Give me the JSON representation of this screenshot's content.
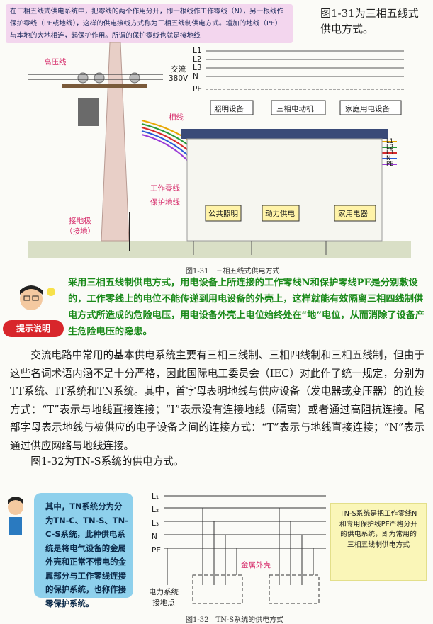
{
  "intro": {
    "text": "在三相五线式供电系统中，把零线的两个作用分开，即一根线作工作零线（N），另一根线作保护零线（PE或地线），这样的供电接线方式称为三相五线制供电方式。增加的地线（PE）与本地的大地相连，起保护作用。所谓的保护零线也就是接地线"
  },
  "side_title": "图1-31为三相五线式供电方式。",
  "fig131": {
    "caption": "图1-31　三相五线式供电方式",
    "label_hv": "高压线",
    "label_phase": "相线",
    "label_neutral": "工作零线",
    "label_pe": "保护地线",
    "label_ground": "接地极\n（接地）",
    "label_ac": "交流\n380V",
    "lines_top": [
      "L1",
      "L2",
      "L3",
      "N",
      "PE"
    ],
    "lines_mid": [
      "L1",
      "L2",
      "L3",
      "N",
      "PE"
    ],
    "box_light": "照明设备",
    "box_motor": "三相电动机",
    "box_home": "家庭用电设备",
    "box_public": "公共照明",
    "box_power": "动力供电",
    "box_appliance": "家用电器"
  },
  "tip": {
    "label": "提示说明",
    "text": "采用三相五线制供电方式，用电设备上所连接的工作零线N和保护零线PE是分别敷设的，工作零线上的电位不能传递到用电设备的外壳上，这样就能有效隔离三相四线制供电方式所造成的危险电压，用电设备外壳上电位始终处在“地”电位，从而消除了设备产生危险电压的隐患。"
  },
  "body": {
    "para1": "交流电路中常用的基本供电系统主要有三相三线制、三相四线制和三相五线制，但由于这些名词术语内涵不是十分严格，因此国际电工委员会（IEC）对此作了统一规定，分别为TT系统、IT系统和TN系统。其中，首字母表明地线与供应设备（发电器或变压器）的连接方式：“T”表示与地线直接连接；“I”表示没有连接地线（隔离）或者通过高阻抗连接。尾部字母表示地线与被供应的电子设备之间的连接方式：“T”表示与地线直接连接；“N”表示通过供应网络与地线连接。",
    "para2": "图1-32为TN-S系统的供电方式。"
  },
  "note_left": "其中，TN系统分为分为TN-C、TN-S、TN-C-S系统，此种供电系统是将电气设备的金属外壳和正常不带电的金属部分与工作零线连接的保护系统，也称作接零保护系统。",
  "note_right": "TN-S系统是把工作零线N和专用保护线PE严格分开的供电系统，即为常用的三相五线制供电方式",
  "fig132": {
    "caption": "图1-32　TN-S系统的供电方式",
    "lines": [
      "L₁",
      "L₂",
      "L₃",
      "N",
      "PE"
    ],
    "label_shell": "金属外壳",
    "label_ground": "电力系统\n接地点"
  },
  "colors": {
    "green_text": "#1a8a1a",
    "tip_red": "#d8262b",
    "blue_note": "#8ed0ec",
    "yellow_note": "#faf6b8",
    "intro_bg": "#f3d6ee"
  }
}
